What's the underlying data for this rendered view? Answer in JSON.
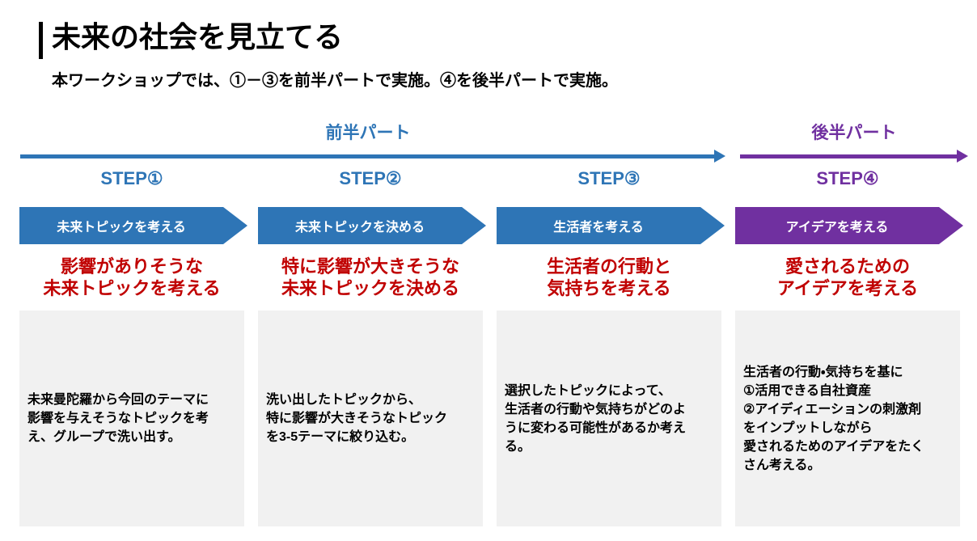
{
  "slide": {
    "title": "未来の社会を見立てる",
    "subtitle": "本ワークショップでは、①－③を前半パートで実施。④を後半パートで実施。"
  },
  "phases": {
    "first": {
      "label": "前半パート",
      "color": "#2E75B6"
    },
    "second": {
      "label": "後半パート",
      "color": "#7030A0"
    }
  },
  "steps": [
    {
      "step": "STEP①",
      "banner": "未来トピックを考える",
      "heading": "影響がありそうな\n未来トピックを考える",
      "body": "未来曼陀羅から今回のテーマに\n影響を与えそうなトピックを考\nえ、グループで洗い出す。"
    },
    {
      "step": "STEP②",
      "banner": "未来トピックを決める",
      "heading": "特に影響が大きそうな\n未来トピックを決める",
      "body": "洗い出したトピックから、\n特に影響が大きそうなトピック\nを3-5テーマに絞り込む。"
    },
    {
      "step": "STEP③",
      "banner": "生活者を考える",
      "heading": "生活者の行動と\n気持ちを考える",
      "body": "選択したトピックによって、\n生活者の行動や気持ちがどのよ\nうに変わる可能性があるか考え\nる。"
    },
    {
      "step": "STEP④",
      "banner": "アイデアを考える",
      "heading": "愛されるための\nアイデアを考える",
      "body": "生活者の行動・気持ちを基に\n①活用できる自社資産\n②アイディエーションの刺激剤\nをインプットしながら\n愛されるためのアイデアをたく\nさん考える。"
    }
  ],
  "colors": {
    "primary_blue": "#2E75B6",
    "accent_purple": "#7030A0",
    "heading_red": "#C00000",
    "box_gray": "#F1F1F1"
  }
}
